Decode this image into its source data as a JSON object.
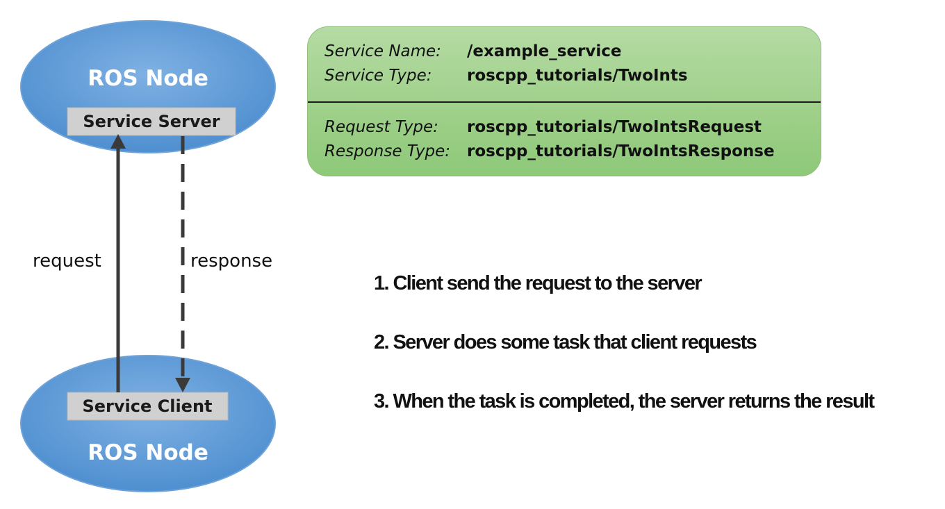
{
  "diagram": {
    "server_node": {
      "title": "ROS Node",
      "component": "Service Server"
    },
    "client_node": {
      "title": "ROS Node",
      "component": "Service Client"
    },
    "request_label": "request",
    "response_label": "response"
  },
  "service_info": {
    "service_name_key": "Service Name:",
    "service_name_value": "/example_service",
    "service_type_key": "Service Type:",
    "service_type_value": "roscpp_tutorials/TwoInts",
    "request_type_key": "Request Type:",
    "request_type_value": "roscpp_tutorials/TwoIntsRequest",
    "response_type_key": "Response Type:",
    "response_type_value": "roscpp_tutorials/TwoIntsResponse"
  },
  "steps": [
    "1. Client send the request to the server",
    "2. Server does some task that client requests",
    "3. When the task is completed, the server returns the result"
  ],
  "colors": {
    "node_fill": "#5b9bd5",
    "panel_fill": "#9fd08a",
    "component_box": "#d0d0d0"
  }
}
